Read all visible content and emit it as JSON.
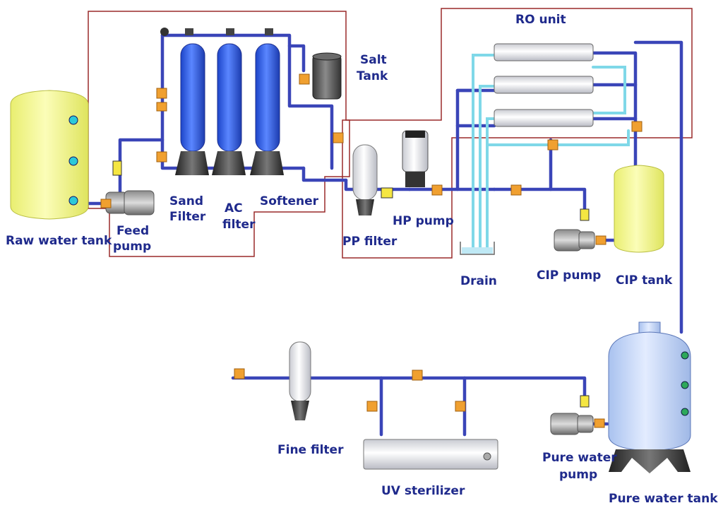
{
  "labels": {
    "raw_water_tank": "Raw water tank",
    "feed_pump_line1": "Feed",
    "feed_pump_line2": "pump",
    "sand_filter_line1": "Sand",
    "sand_filter_line2": "Filter",
    "ac_filter_line1": "AC",
    "ac_filter_line2": "filter",
    "softener": "Softener",
    "salt_tank_line1": "Salt",
    "salt_tank_line2": "Tank",
    "pp_filter": "PP filter",
    "hp_pump": "HP pump",
    "ro_unit": "RO unit",
    "drain": "Drain",
    "cip_pump": "CIP pump",
    "cip_tank": "CIP tank",
    "fine_filter": "Fine filter",
    "uv_sterilizer": "UV sterilizer",
    "pure_water_pump_line1": "Pure water",
    "pure_water_pump_line2": "pump",
    "pure_water_tank": "Pure water tank"
  },
  "colors": {
    "pipe": "#3a45b8",
    "permeate_pipe": "#7fd8e8",
    "boundary": "#9a2a2a",
    "tank_yellow": "#f4f79a",
    "vessel_blue": "#2f5ee8",
    "valve_orange": "#f0a030",
    "label": "#1f2a8c"
  }
}
